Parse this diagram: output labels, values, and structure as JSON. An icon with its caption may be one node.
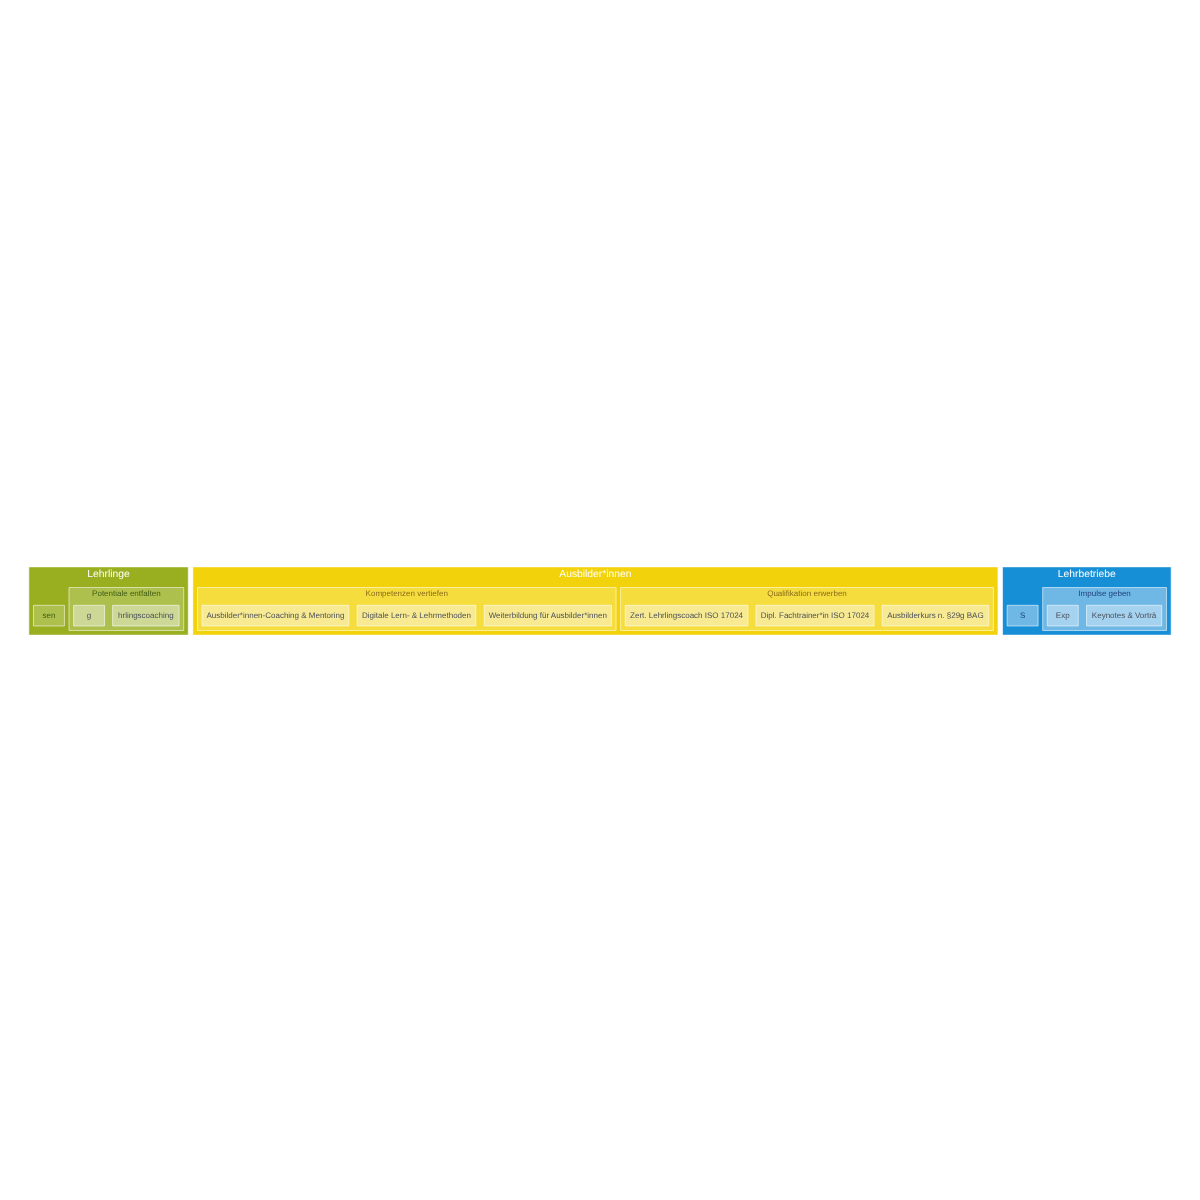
{
  "diagram": {
    "nodes": [
      {
        "text": [
          "Lehrlinge"
        ]
      },
      {
        "text": [
          "Potentiale entfalten"
        ],
        "in": 0
      },
      {
        "text": [
          "hrlingscoaching"
        ],
        "in": 1
      },
      {
        "text": [
          "g"
        ],
        "in": 1
      },
      {
        "text": [
          "sen"
        ],
        "in": 0
      },
      {
        "text": [
          "Ausbilder*innen"
        ]
      },
      {
        "text": [
          "Qualifikation erwerben"
        ],
        "in": 5
      },
      {
        "text": [
          "Ausbilderkurs n. §29g BAG"
        ],
        "in": 6
      },
      {
        "text": [
          "Dipl. Fachtrainer*in ISO 17024"
        ],
        "in": 6
      },
      {
        "text": [
          "Zert. Lehrlingscoach ISO 17024"
        ],
        "in": 6
      },
      {
        "text": [
          "Kompetenzen vertiefen"
        ],
        "in": 5
      },
      {
        "text": [
          "Weiterbildung für Ausbilder*innen"
        ],
        "in": 10
      },
      {
        "text": [
          "Digitale Lern- & Lehrmethoden"
        ],
        "in": 10
      },
      {
        "text": [
          "Ausbilder*innen-Coaching & Mentoring"
        ],
        "in": 10
      },
      {
        "text": [
          "Lehrbetriebe"
        ]
      },
      {
        "text": [
          "Impulse geben"
        ],
        "in": 14
      },
      {
        "text": [
          "Keynotes & Vorträ"
        ],
        "in": 15
      },
      {
        "text": [
          "Exp"
        ],
        "in": 15
      },
      {
        "text": [
          "S"
        ],
        "in": 14
      }
    ]
  }
}
